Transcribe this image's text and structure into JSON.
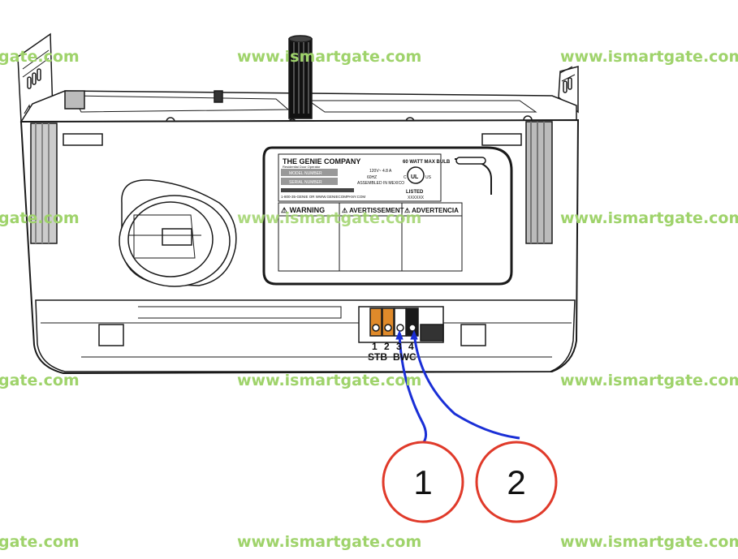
{
  "watermark": "www.ismartgate.com",
  "watermark_left": "gate.com",
  "label": {
    "company": "THE GENIE COMPANY",
    "subtitle": "Residential Door Operator",
    "model": "MODEL NUMBER",
    "serial": "SERIAL NUMBER",
    "bulb": "60 WATT MAX BULB",
    "rating": "120V~ 4.8 A",
    "hz": "60HZ",
    "assembled": "ASSEMBLED IN MEXICO",
    "phone": "1-800-35-GENIE  OR  WWW.GENIECOMPANY.COM",
    "listed": "LISTED",
    "listed_code": "XXXXXX",
    "ul": "UL",
    "ul_c": "C",
    "ul_us": "US"
  },
  "warnings": [
    "WARNING",
    "AVERTISSEMENT",
    "ADVERTENCIA"
  ],
  "terminals": {
    "numbers": [
      "1",
      "2",
      "3",
      "4"
    ],
    "stb": "STB",
    "bwc": "BWC"
  },
  "callouts": [
    "1",
    "2"
  ],
  "colors": {
    "watermark": "#9fd36b",
    "callout_circle": "#e03a2a",
    "wire": "#1a2fd6",
    "terminal_orange": "#e08a2a",
    "terminal_black": "#1a1a1a",
    "outline": "#1a1a1a"
  }
}
